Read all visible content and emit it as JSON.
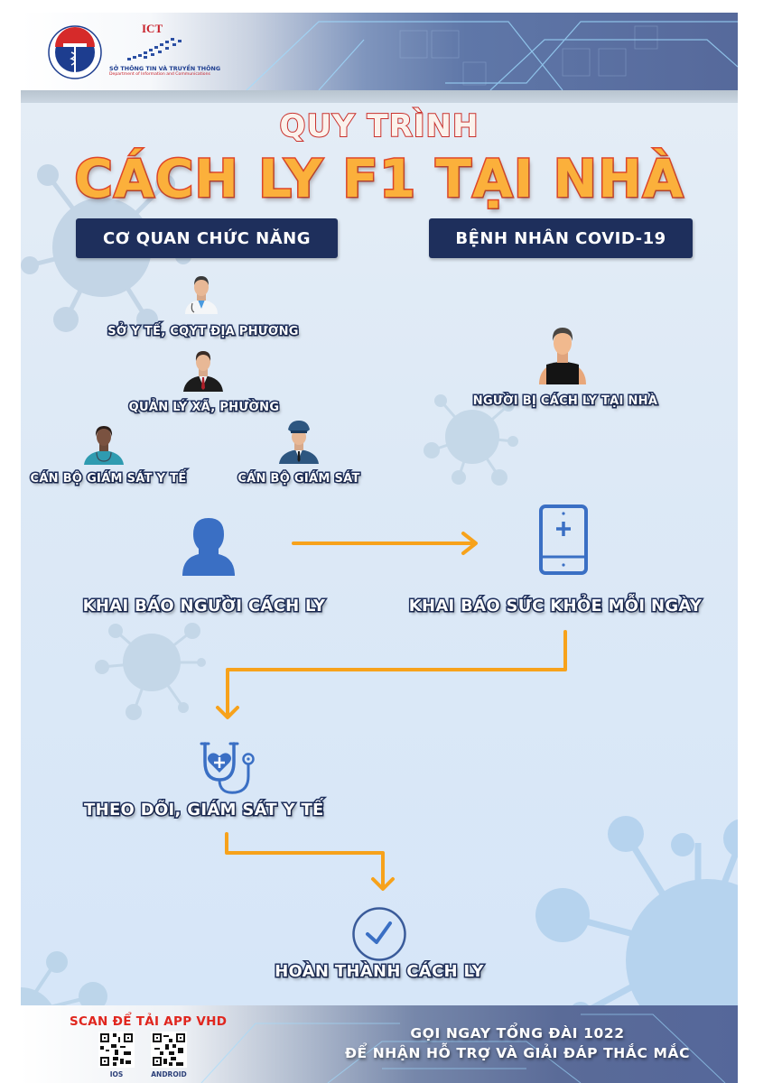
{
  "header": {
    "ministry_logo": "ministry-of-health-emblem",
    "ict_logo_text": "ICT",
    "department_name": "SỞ THÔNG TIN VÀ TRUYỀN THÔNG",
    "department_subtitle": "Department of Information and Communications"
  },
  "title": {
    "line1": "QUY TRÌNH",
    "line2": "CÁCH LY F1 TẠI NHÀ"
  },
  "columns": {
    "left_heading": "CƠ QUAN CHỨC NĂNG",
    "right_heading": "BỆNH NHÂN COVID-19"
  },
  "actors": {
    "health_dept": "SỞ Y TẾ, CQYT ĐỊA PHƯƠNG",
    "ward_manager": "QUẢN LÝ XÃ, PHƯỜNG",
    "medical_supervisor": "CÁN BỘ GIÁM SÁT Y TẾ",
    "supervisor": "CÁN BỘ GIÁM SÁT",
    "quarantined_person": "NGƯỜI BỊ CÁCH LY TẠI NHÀ"
  },
  "steps": [
    {
      "label": "KHAI BÁO NGƯỜI CÁCH LY",
      "icon": "user-silhouette-icon"
    },
    {
      "label": "KHAI BÁO SỨC KHỎE MỖI NGÀY",
      "icon": "phone-medical-icon"
    },
    {
      "label": "THEO DÕI, GIÁM SÁT Y TẾ",
      "icon": "stethoscope-heart-icon"
    },
    {
      "label": "HOÀN THÀNH CÁCH LY",
      "icon": "check-circle-icon"
    }
  ],
  "footer": {
    "scan_text": "SCAN ĐỂ TẢI APP VHD",
    "qr_ios_label": "IOS",
    "qr_android_label": "ANDROID",
    "hotline_line1": "GỌI NGAY TỔNG ĐÀI 1022",
    "hotline_line2": "ĐỂ NHẬN HỖ TRỢ VÀ GIẢI ĐÁP THẮC MẮC"
  },
  "colors": {
    "arrow": "#f7a21b",
    "icon_blue": "#3a6fc4",
    "tag_bg": "#1e2f5c",
    "title_orange": "#fbb03b",
    "title_stroke": "#e0472a",
    "scan_red": "#e0261e"
  }
}
